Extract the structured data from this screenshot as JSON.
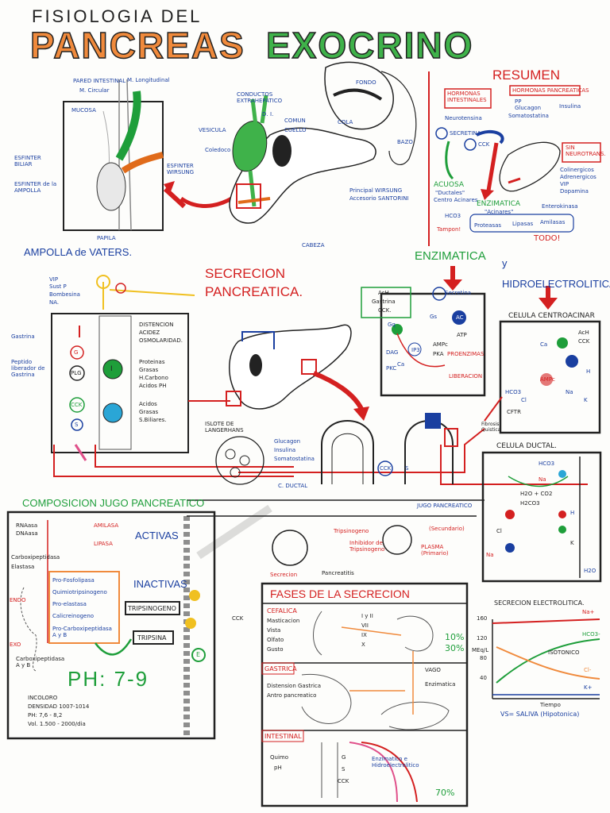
{
  "title": {
    "line1": "FISIOLOGIA DEL",
    "line2a": "PANCREAS",
    "line2b": "EXOCRINO"
  },
  "ampolla": {
    "labels": [
      "PARED INTESTINAL",
      "M. Longitudinal",
      "M. Circular",
      "MUCOSA",
      "ESFINTER BILIAR",
      "ESFINTER de la AMPOLLA",
      "ESFINTER WIRSUNG",
      "PAPILA"
    ],
    "caption": "AMPOLLA de VATERS."
  },
  "anatomy": {
    "labels": [
      "CONDUCTOS EXTRAHEPATICO",
      "D.",
      "I.",
      "VESICULA",
      "CUELLO",
      "COMUN",
      "Coledoco",
      "COLA",
      "FONDO",
      "BAZO",
      "Principal WIRSUNG",
      "Accesorio SANTORINI",
      "CABEZA"
    ]
  },
  "resumen": {
    "title": "RESUMEN",
    "boxes": [
      "HORMONAS INTESTINALES",
      "HORMONAS PANCREATICAS",
      "SIN NEUROTRANS."
    ],
    "items": [
      "Neurotensina",
      "PP",
      "Glucagon",
      "Somatostatina",
      "Insulina",
      "SECRETINA",
      "CCK",
      "Colinergicos",
      "Adrenergicos",
      "VIP",
      "Dopamina",
      "ACUOSA",
      "\"Ductales\"",
      "Centro Acinares",
      "HCO3",
      "Tampon!",
      "ENZIMATICA",
      "\"Acinares\"",
      "Enterokinasa",
      "Proteasas",
      "Lipasas",
      "Amilasas",
      "TODO!"
    ]
  },
  "secrecion": {
    "title1": "SECRECION",
    "title2": "PANCREATICA.",
    "left_labels": [
      "VIP",
      "Sust P",
      "Bombesina",
      "NA.",
      "Gastrina",
      "Peptido liberador de Gastrina",
      "G",
      "PLG",
      "CCK",
      "S",
      "I"
    ],
    "right_labels": [
      "DISTENCION",
      "ACIDEZ",
      "OSMOLARIDAD.",
      "Proteinas",
      "Grasas",
      "H.Carbono",
      "Acidos PH",
      "Acidos",
      "Grasas",
      "S.Biliares."
    ],
    "islote": [
      "ISLOTE DE LANGERHANS",
      "Glucagon",
      "Insulina",
      "Somatostatina"
    ],
    "bottom": [
      "C. DUCTAL",
      "JUGO PANCREATICO",
      "CCK",
      "S",
      "Tripsinogeno",
      "Inhibidor de Tripsinogeno",
      "PLASMA (Primario)",
      "(Secundario)",
      "Secrecion",
      "Pancreatitis"
    ]
  },
  "enzimatica": {
    "title": "ENZIMATICA",
    "y": "y",
    "box": [
      "AcH",
      "Gastrina",
      "CCK."
    ],
    "cell": [
      "Secretina",
      "AC",
      "ATP",
      "AMPc",
      "PKA",
      "IP3",
      "Ca",
      "DAG",
      "PKC",
      "PROENZIMAS",
      "LIBERACION",
      "Gs",
      "Gq"
    ]
  },
  "hidro": {
    "title": "HIDROELECTROLITICA",
    "centro": "CELULA CENTROACINAR",
    "centro_items": [
      "AcH",
      "CCK",
      "Ca",
      "AMPc",
      "CFTR",
      "Cl",
      "HCO3",
      "Na",
      "K",
      "H"
    ],
    "ductal": "CELULA DUCTAL.",
    "ductal_items": [
      "HCO3",
      "Na",
      "H2O + CO2",
      "H2CO3",
      "H",
      "Cl",
      "K",
      "Na",
      "H2O"
    ],
    "fibrosis": "Fibrosis Quistica"
  },
  "composicion": {
    "title": "COMPOSICION JUGO PANCREATICO",
    "left": [
      "RNAasa",
      "DNAasa",
      "Carboxipeptidasa",
      "Elastasa",
      "ENDO",
      "EXO",
      "Carboxipeptidasa A y B"
    ],
    "activas": [
      "AMILASA",
      "LIPASA",
      "ACTIVAS"
    ],
    "inactivas": [
      "Pro-Fosfolipasa",
      "Quimiotripsinogeno",
      "Pro-elastasa",
      "Calicreinogeno",
      "Pro-Carboxipeptidasa A y B",
      "INACTIVAS"
    ],
    "tripsina": [
      "TRIPSINOGENO",
      "TRIPSINA",
      "E"
    ],
    "ph": "PH: 7-9",
    "list": [
      "INCOLORO",
      "DENSIDAD 1007-1014",
      "PH: 7,6 - 8,2",
      "Vol. 1.500 - 2000/dia"
    ]
  },
  "fases": {
    "title": "FASES DE LA SECRECION",
    "cefalica": [
      "CEFALICA",
      "Masticacion",
      "Vista",
      "Olfato",
      "Gusto",
      "30%"
    ],
    "gastrica": [
      "GASTRICA",
      "Distension Gastrica",
      "Antro pancreatico",
      "VAGO",
      "Enzimatica",
      "10%"
    ],
    "intestinal": [
      "INTESTINAL",
      "Quimo",
      "pH",
      "G",
      "S",
      "CCK",
      "Enzimatico e Hidroelectrolitico",
      "70%"
    ],
    "nerves": [
      "I y II",
      "VII",
      "IX",
      "X"
    ]
  },
  "grafica": {
    "title": "SECRECION ELECTROLITICA.",
    "ylabel": "MEq/L",
    "yticks": [
      "160",
      "120",
      "80",
      "40"
    ],
    "series": [
      "Na+",
      "HCO3-",
      "Cl-",
      "K+"
    ],
    "annot": "ISOTONICO",
    "xlabel": "Tiempo",
    "footer": "VS= SALIVA (Hipotonica)"
  },
  "cck_label": "CCK"
}
